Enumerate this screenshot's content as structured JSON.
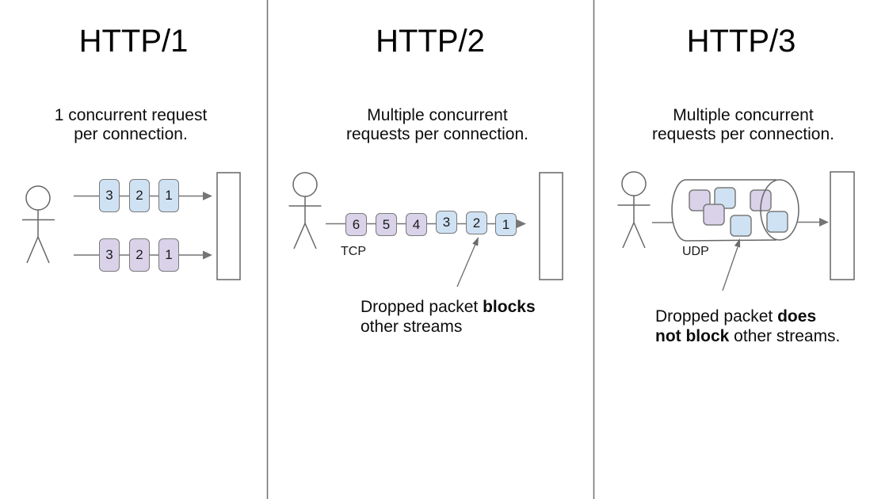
{
  "diagram": {
    "colors": {
      "packet_blue": "#cfe2f3",
      "packet_purple": "#d9d2e9",
      "stroke_gray": "#757575",
      "text": "#111111",
      "background": "#ffffff"
    },
    "columns": [
      {
        "title": "HTTP/1",
        "subtitle_line1": "1 concurrent request",
        "subtitle_line2": "per connection.",
        "streams": [
          {
            "color": "blue",
            "packets": [
              "3",
              "2",
              "1"
            ]
          },
          {
            "color": "purple",
            "packets": [
              "3",
              "2",
              "1"
            ]
          }
        ]
      },
      {
        "title": "HTTP/2",
        "subtitle_line1": "Multiple concurrent",
        "subtitle_line2": "requests per connection.",
        "protocol_label": "TCP",
        "packets": [
          {
            "label": "6",
            "color": "purple"
          },
          {
            "label": "5",
            "color": "purple"
          },
          {
            "label": "4",
            "color": "purple"
          },
          {
            "label": "3",
            "color": "blue"
          },
          {
            "label": "2",
            "color": "blue"
          },
          {
            "label": "1",
            "color": "blue"
          }
        ],
        "annotation": {
          "line1_normal": "Dropped packet ",
          "line1_bold": "blocks",
          "line2_bold": "",
          "line2_normal": "other streams"
        }
      },
      {
        "title": "HTTP/3",
        "subtitle_line1": "Multiple concurrent",
        "subtitle_line2": "requests per connection.",
        "protocol_label": "UDP",
        "tube_packets": [
          "purple",
          "blue",
          "purple",
          "blue",
          "purple",
          "blue"
        ],
        "annotation": {
          "line1_normal": "Dropped packet ",
          "line1_bold": "does",
          "line2_bold": "not block",
          "line2_normal": " other streams."
        }
      }
    ]
  }
}
